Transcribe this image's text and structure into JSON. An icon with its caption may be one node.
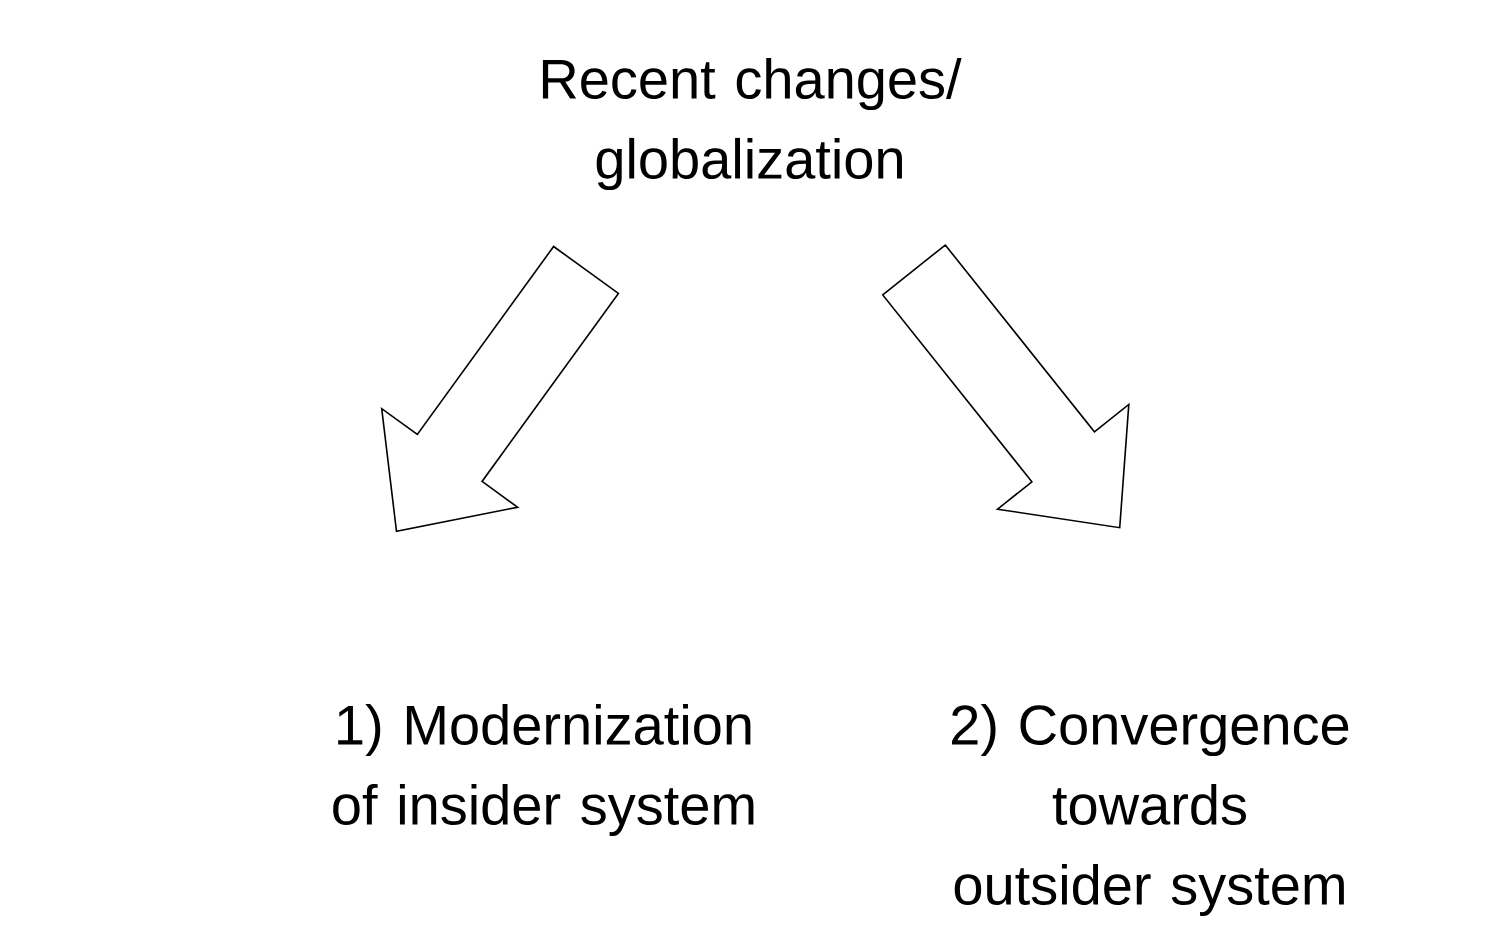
{
  "diagram": {
    "nodes": [
      {
        "text": [
          "Recent changes/ globalization"
        ]
      },
      {
        "text": [
          "1) Modernization of insider system"
        ]
      },
      {
        "text": [
          "2) Convergence towards outsider system"
        ]
      }
    ],
    "edges": [
      {
        "from": 0,
        "to": 1,
        "arrow": "to"
      },
      {
        "from": 0,
        "to": 2,
        "arrow": "to"
      }
    ]
  }
}
